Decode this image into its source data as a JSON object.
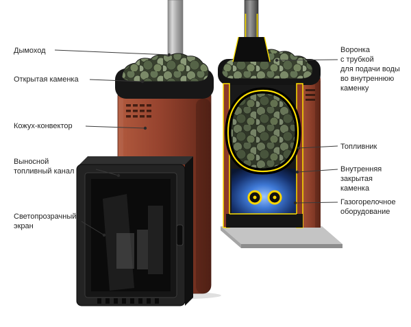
{
  "diagram": {
    "subject": "sauna-stove-cutaway-diagram",
    "labels": {
      "left": [
        {
          "text": "Дымоход"
        },
        {
          "text": "Открытая каменка"
        },
        {
          "text": "Кожух-конвектор"
        },
        {
          "text": "Выносной\nтопливный канал"
        },
        {
          "text": "Светопрозрачный\nэкран"
        }
      ],
      "right": [
        {
          "text": "Воронка\nс трубкой\nдля подачи воды\nво внутреннюю\nкаменку"
        },
        {
          "text": "Топливник"
        },
        {
          "text": "Внутренняя\nзакрытая\nкаменка"
        },
        {
          "text": "Газогорелочное\nоборудование"
        }
      ]
    },
    "colors": {
      "stove_body": "#93402c",
      "cutaway_accent": "#ffe000",
      "flame_glow": "#3f79d6",
      "stones": "#75855f",
      "background": "#ffffff"
    }
  }
}
